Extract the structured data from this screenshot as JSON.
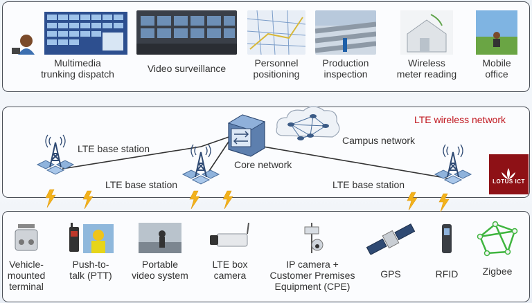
{
  "apps": [
    {
      "line1": "Multimedia",
      "line2": "trunking dispatch"
    },
    {
      "line1": "Video surveillance",
      "line2": ""
    },
    {
      "line1": "Personnel",
      "line2": "positioning"
    },
    {
      "line1": "Production",
      "line2": "inspection"
    },
    {
      "line1": "Wireless",
      "line2": "meter reading"
    },
    {
      "line1": "Mobile",
      "line2": "office"
    }
  ],
  "network": {
    "title": "LTE wireless network",
    "core_label": "Core network",
    "campus_label": "Campus network",
    "base_station_labels": [
      "LTE base station",
      "LTE base station",
      "LTE base station"
    ]
  },
  "logo": {
    "text": "LOTUS ICT"
  },
  "devices": [
    {
      "line1": "Vehicle-",
      "line2": "mounted",
      "line3": "terminal"
    },
    {
      "line1": "Push-to-",
      "line2": "talk (PTT)",
      "line3": ""
    },
    {
      "line1": "Portable",
      "line2": "video system",
      "line3": ""
    },
    {
      "line1": "LTE box",
      "line2": "camera",
      "line3": ""
    },
    {
      "line1": "IP camera +",
      "line2": "Customer Premises",
      "line3": "Equipment (CPE)"
    },
    {
      "line1": "GPS",
      "line2": "",
      "line3": ""
    },
    {
      "line1": "RFID",
      "line2": "",
      "line3": ""
    },
    {
      "line1": "Zigbee",
      "line2": "",
      "line3": ""
    }
  ],
  "colors": {
    "accent_red": "#c0161e",
    "tower_blue": "#3b5b86",
    "lightning": "#f2b21c",
    "zigbee_green": "#3fb53f"
  }
}
